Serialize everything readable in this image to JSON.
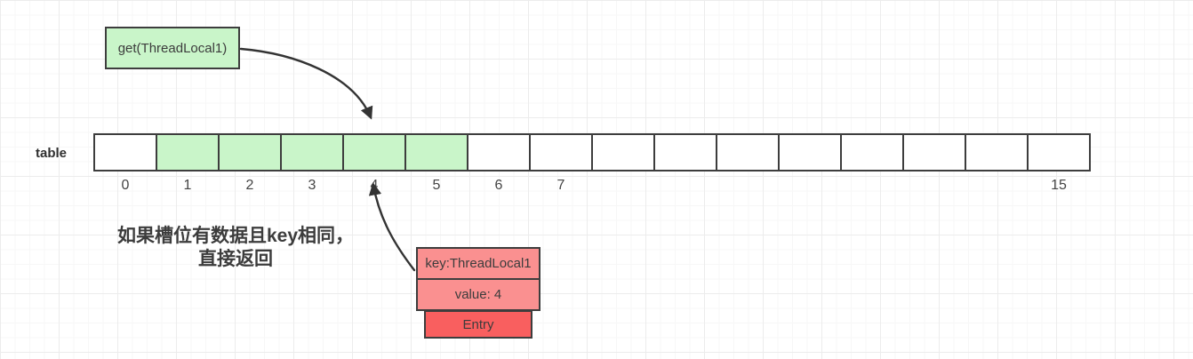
{
  "colors": {
    "green_fill": "#c9f5c9",
    "pink_fill": "#fa9090",
    "red_fill": "#f95f5f",
    "border_dark": "#3d3d3d",
    "arrow": "#333333",
    "text_dark": "#3c3c3c"
  },
  "call_box": {
    "label": "get(ThreadLocal1)"
  },
  "table": {
    "label": "table",
    "cells": [
      {
        "label": "0",
        "filled": false
      },
      {
        "label": "1",
        "filled": true
      },
      {
        "label": "2",
        "filled": true
      },
      {
        "label": "3",
        "filled": true
      },
      {
        "label": "4",
        "filled": true
      },
      {
        "label": "5",
        "filled": true
      },
      {
        "label": "6",
        "filled": false
      },
      {
        "label": "7",
        "filled": false
      },
      {
        "label": "",
        "filled": false
      },
      {
        "label": "",
        "filled": false
      },
      {
        "label": "",
        "filled": false
      },
      {
        "label": "",
        "filled": false
      },
      {
        "label": "",
        "filled": false
      },
      {
        "label": "",
        "filled": false
      },
      {
        "label": "",
        "filled": false
      },
      {
        "label": "15",
        "filled": false
      }
    ]
  },
  "annotation": {
    "line1": "如果槽位有数据且key相同，",
    "line2": "直接返回"
  },
  "entry": {
    "key_label": "key:ThreadLocal1",
    "value_label": "value: 4",
    "title": "Entry"
  }
}
